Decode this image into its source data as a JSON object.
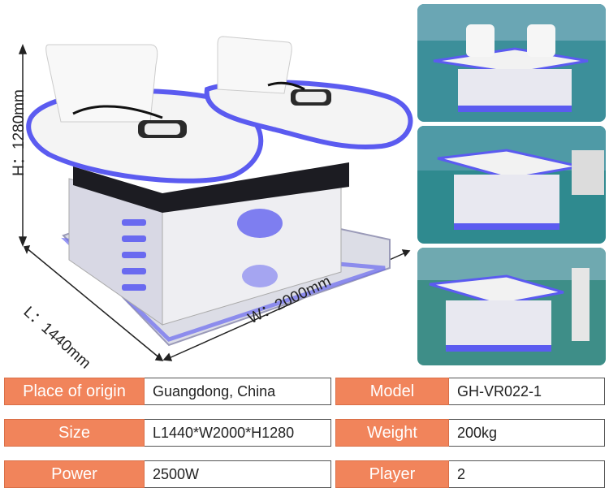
{
  "dimensions": {
    "height": "H：1280mm",
    "length": "L：1440mm",
    "width": "W：2000mm"
  },
  "specs": [
    {
      "label": "Place of origin",
      "value": "Guangdong, China"
    },
    {
      "label": "Model",
      "value": "GH-VR022-1"
    },
    {
      "label": "Size",
      "value": "L1440*W2000*H1280"
    },
    {
      "label": "Weight",
      "value": "200kg"
    },
    {
      "label": "Power",
      "value": "2500W"
    },
    {
      "label": "Player",
      "value": "2"
    }
  ],
  "colors": {
    "label_bg": "#f1845b",
    "accent_blue": "#5b5bf0",
    "seat_white": "#f4f4f4"
  }
}
